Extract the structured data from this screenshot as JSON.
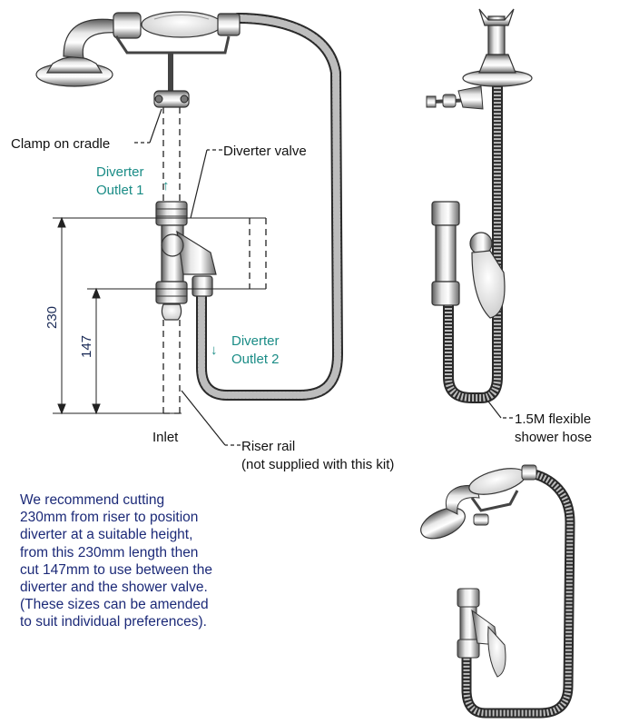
{
  "labels": {
    "clamp": "Clamp on cradle",
    "diverter_valve": "Diverter valve",
    "outlet1_line1": "Diverter",
    "outlet1_line2": "Outlet 1",
    "outlet1_arrow": "↑",
    "outlet2_line1": "Diverter",
    "outlet2_line2": "Outlet 2",
    "outlet2_arrow": "↓",
    "inlet": "Inlet",
    "riser_line1": "Riser rail",
    "riser_line2": "(not supplied with this kit)",
    "hose_line1": "1.5M flexible",
    "hose_line2": "shower hose"
  },
  "dimensions": {
    "overall": "230",
    "lower": "147"
  },
  "note": [
    "We recommend cutting",
    "230mm from riser to position",
    "diverter at a suitable height,",
    "from this 230mm length then",
    "cut 147mm to use between the",
    "diverter and the shower valve.",
    "(These sizes can be amended",
    "to suit individual preferences)."
  ],
  "colors": {
    "text": "#111111",
    "accent": "#1a8c86",
    "note_text": "#1c2a78",
    "dimension_text": "#1b2b57"
  }
}
